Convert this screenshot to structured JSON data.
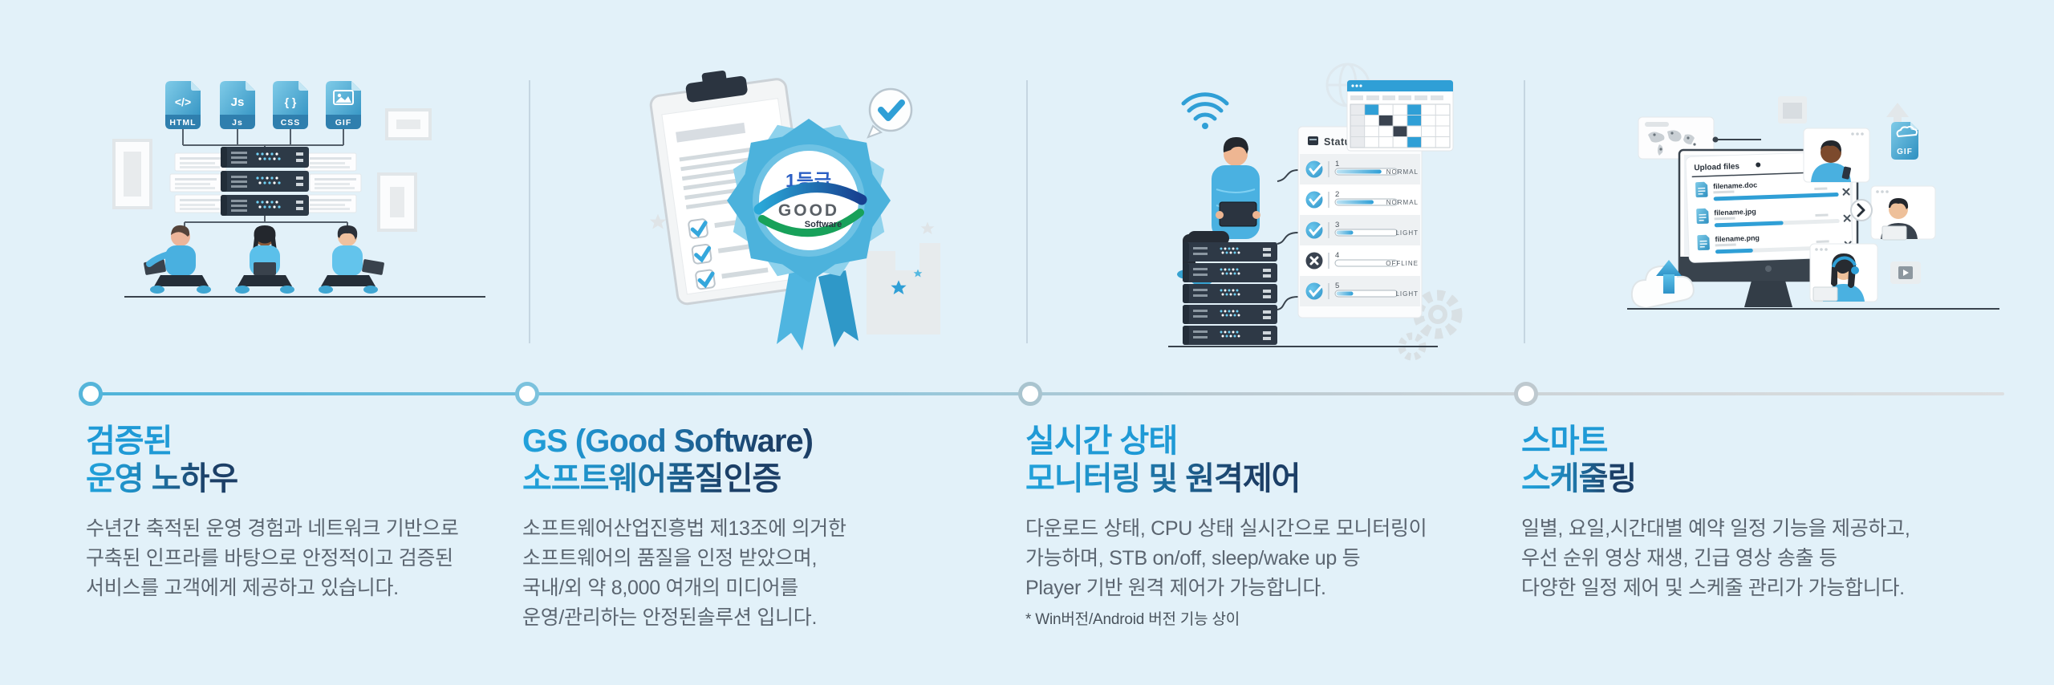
{
  "colors": {
    "background": "#e2f1f9",
    "accent_blue": "#1f9ad6",
    "navy": "#1c3f67",
    "body_text": "#5b6570",
    "timeline_start": "#4fb3d9",
    "timeline_end": "#dcdfe1"
  },
  "columns": [
    {
      "title_line1": "검증된",
      "title_line2": "운영 노하우",
      "body": [
        "수년간 축적된 운영 경험과 네트워크 기반으로",
        "구축된 인프라를 바탕으로 안정적이고 검증된",
        "서비스를 고객에게 제공하고 있습니다."
      ]
    },
    {
      "title_line1": "GS (Good Software)",
      "title_line2": "소프트웨어품질인증",
      "body": [
        "소프트웨어산업진흥법 제13조에 의거한",
        "소프트웨어의 품질을 인정 받았으며,",
        "국내/외 약 8,000 여개의 미디어를",
        "운영/관리하는 안정된솔루션 입니다."
      ]
    },
    {
      "title_line1": "실시간 상태",
      "title_line2": "모니터링 및 원격제어",
      "body": [
        "다운로드 상태, CPU 상태 실시간으로 모니터링이",
        "가능하며, STB on/off, sleep/wake up 등",
        "Player 기반 원격 제어가 가능합니다."
      ],
      "footnote": "* Win버전/Android 버전 기능 상이"
    },
    {
      "title_line1": "스마트",
      "title_line2": "스케줄링",
      "body": [
        "일별, 요일,시간대별 예약 일정 기능을 제공하고,",
        "우선 순위 영상 재생, 긴급 영상 송출 등",
        "다양한 일정 제어 및 스케줄 관리가 가능합니다."
      ]
    }
  ],
  "illustrations": {
    "dev_files": {
      "glyph1": "</>",
      "glyph2": "Js",
      "glyph3": "{ }",
      "label1": "HTML",
      "label2": "Js",
      "label3": "CSS",
      "label4": "GIF"
    },
    "certificate": {
      "grade_label": "1등급",
      "logo_line1": "GOOD",
      "logo_line2": "Software"
    },
    "monitoring": {
      "panel_title": "Status",
      "rows": [
        {
          "no": "1",
          "status": "NORMAL",
          "pct": 75,
          "online": true
        },
        {
          "no": "2",
          "status": "NORMAL",
          "pct": 62,
          "online": true
        },
        {
          "no": "3",
          "status": "LIGHT",
          "pct": 28,
          "online": true
        },
        {
          "no": "4",
          "status": "OFFLINE",
          "pct": 0,
          "online": false
        },
        {
          "no": "5",
          "status": "LIGHT",
          "pct": 28,
          "online": true
        }
      ]
    },
    "scheduling": {
      "panel_title": "Upload files",
      "files": [
        {
          "name": "filename.doc",
          "pct": 100
        },
        {
          "name": "filename.jpg",
          "pct": 55
        },
        {
          "name": "filename.png",
          "pct": 30
        }
      ],
      "file_badge": "GIF"
    }
  }
}
